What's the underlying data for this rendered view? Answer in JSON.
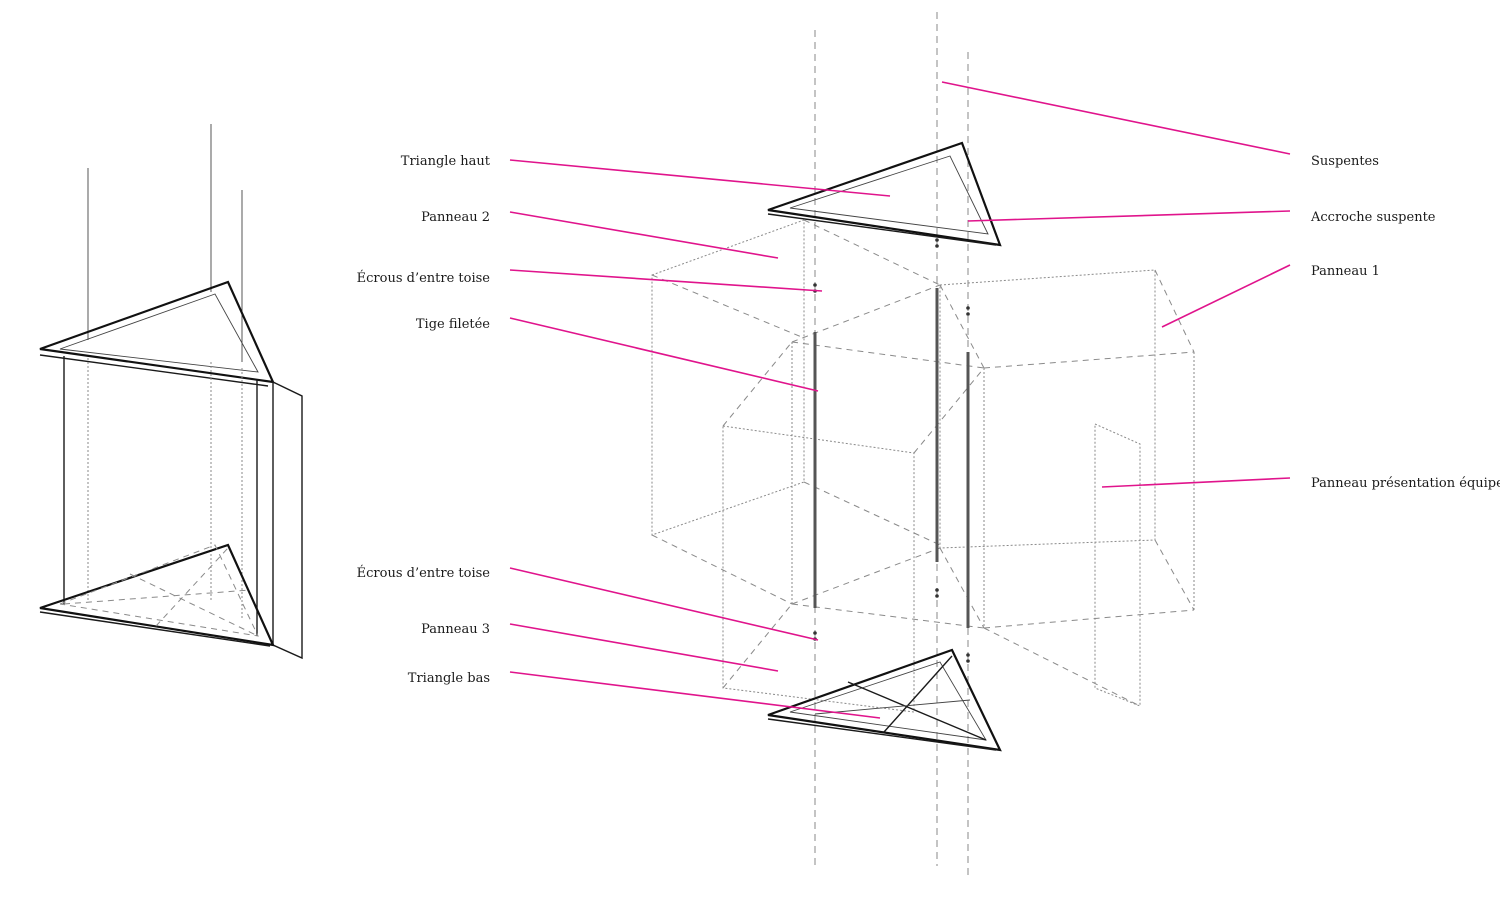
{
  "labels": {
    "triangle_haut": "Triangle haut",
    "panneau_2": "Panneau  2",
    "ecrous_haut": "Écrous d’entre toise",
    "tige_filetee": "Tige filetée",
    "ecrous_bas": "Écrous d’entre toise",
    "panneau_3": "Panneau  3",
    "triangle_bas": "Triangle bas",
    "suspentes": "Suspentes",
    "accroche_suspente": "Accroche suspente",
    "panneau_1": "Panneau  1",
    "panneau_presentation": "Panneau  présentation équipe"
  },
  "colors": {
    "leader": "#e0148c",
    "line": "#1a1a1a",
    "hidden": "#8a8a8a"
  }
}
